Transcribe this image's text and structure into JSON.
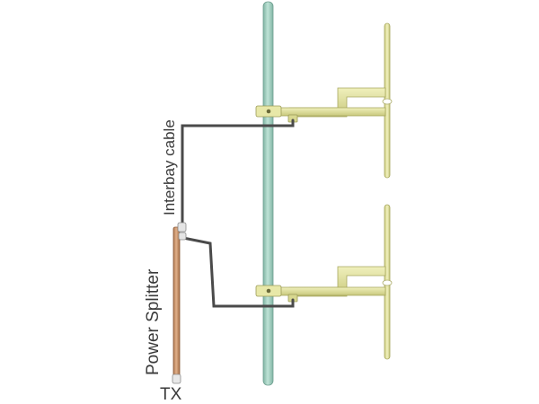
{
  "labels": {
    "interbay_cable": "Interbay cable",
    "power_splitter": "Power Splitter",
    "tx": "TX"
  },
  "colors": {
    "mast": "#a8d2c4",
    "antenna": "#e6e6a6",
    "splitter": "#cc9466",
    "cable": "#4a4a4a",
    "text": "#3a3a3a"
  }
}
